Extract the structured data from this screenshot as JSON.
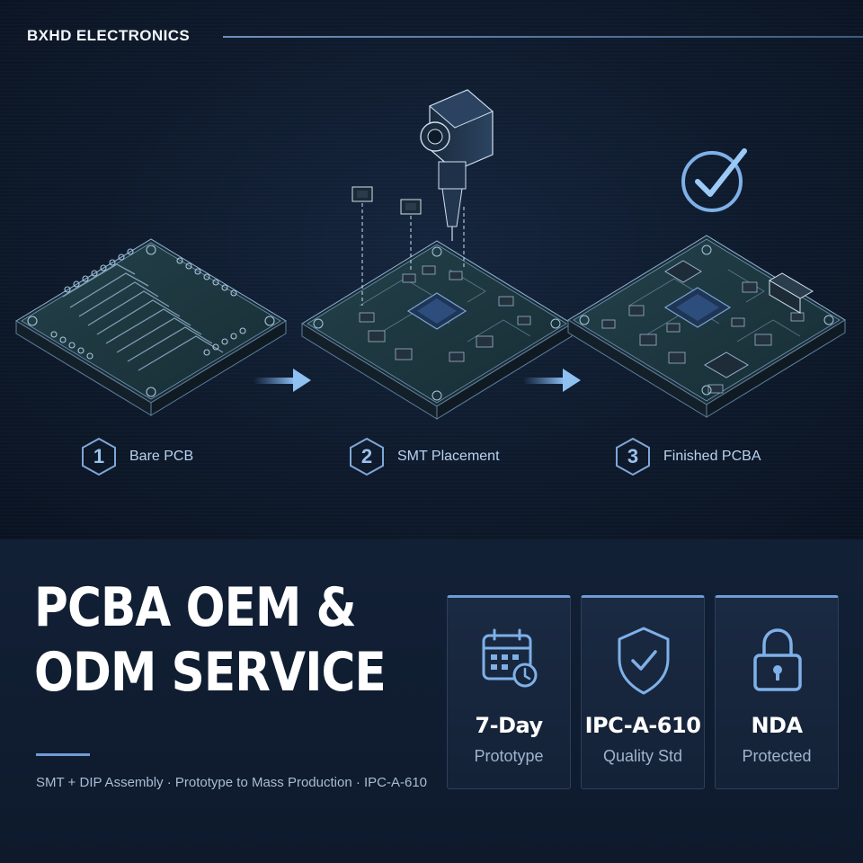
{
  "header": {
    "brand": "BXHD ELECTRONICS"
  },
  "steps": [
    {
      "number": "1",
      "label": "Bare PCB"
    },
    {
      "number": "2",
      "label": "SMT Placement"
    },
    {
      "number": "3",
      "label": "Finished PCBA"
    }
  ],
  "illustration": {
    "icons": [
      "bare-pcb-board",
      "smt-nozzle",
      "smd-chip",
      "assembled-pcb",
      "check-circle-icon",
      "arrow-right-icon"
    ]
  },
  "headline": {
    "line1": "PCBA OEM &",
    "line2": "ODM SERVICE"
  },
  "tagline": "SMT + DIP Assembly · Prototype to Mass Production · IPC-A-610",
  "features": [
    {
      "icon": "calendar-clock-icon",
      "value": "7-Day",
      "label": "Prototype"
    },
    {
      "icon": "shield-check-icon",
      "value": "IPC-A-610",
      "label": "Quality Std"
    },
    {
      "icon": "padlock-icon",
      "value": "NDA",
      "label": "Protected"
    }
  ],
  "colors": {
    "background": "#0c1626",
    "accent": "#6f9cd6",
    "board": "#1d3338",
    "text": "#ffffff"
  }
}
